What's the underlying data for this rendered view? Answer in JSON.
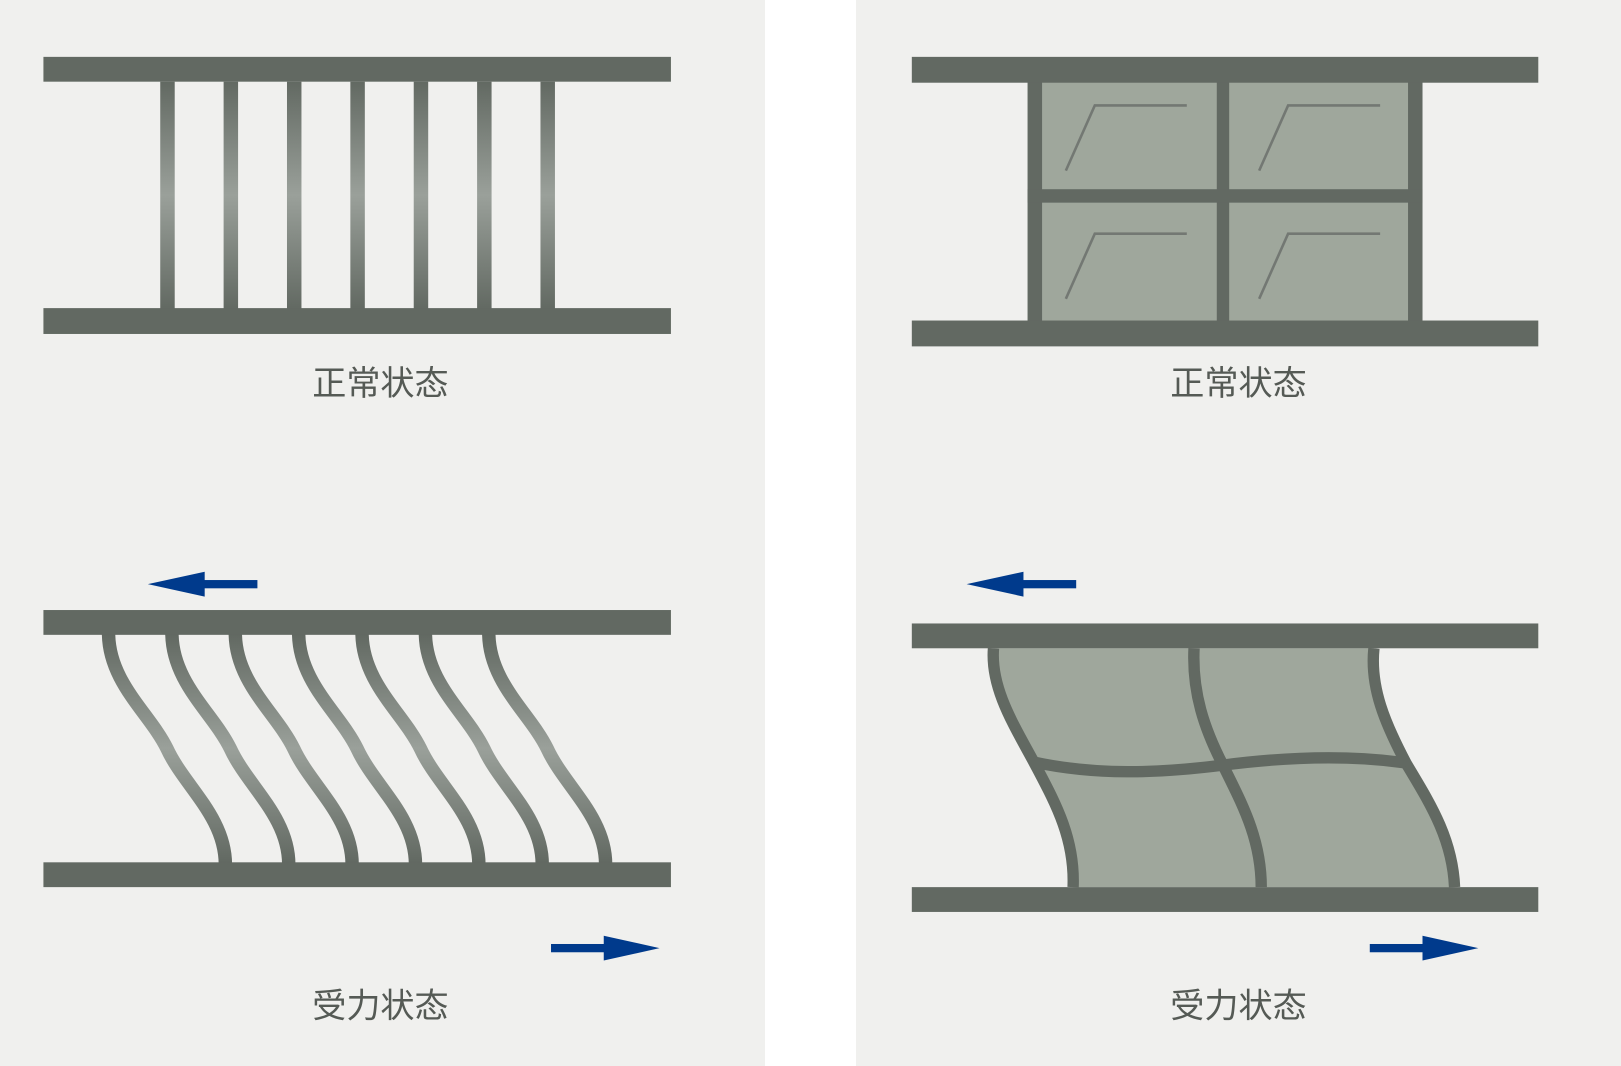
{
  "colors": {
    "panel_bg": "#f0f0ee",
    "beam": "#626962",
    "fill": "#9fa79c",
    "arrow": "#003a8c",
    "label": "#555a55"
  },
  "left_panel": {
    "normal_label": "正常状态",
    "loaded_label": "受力状态"
  },
  "right_panel": {
    "normal_label": "正常状态",
    "loaded_label": "受力状态"
  }
}
